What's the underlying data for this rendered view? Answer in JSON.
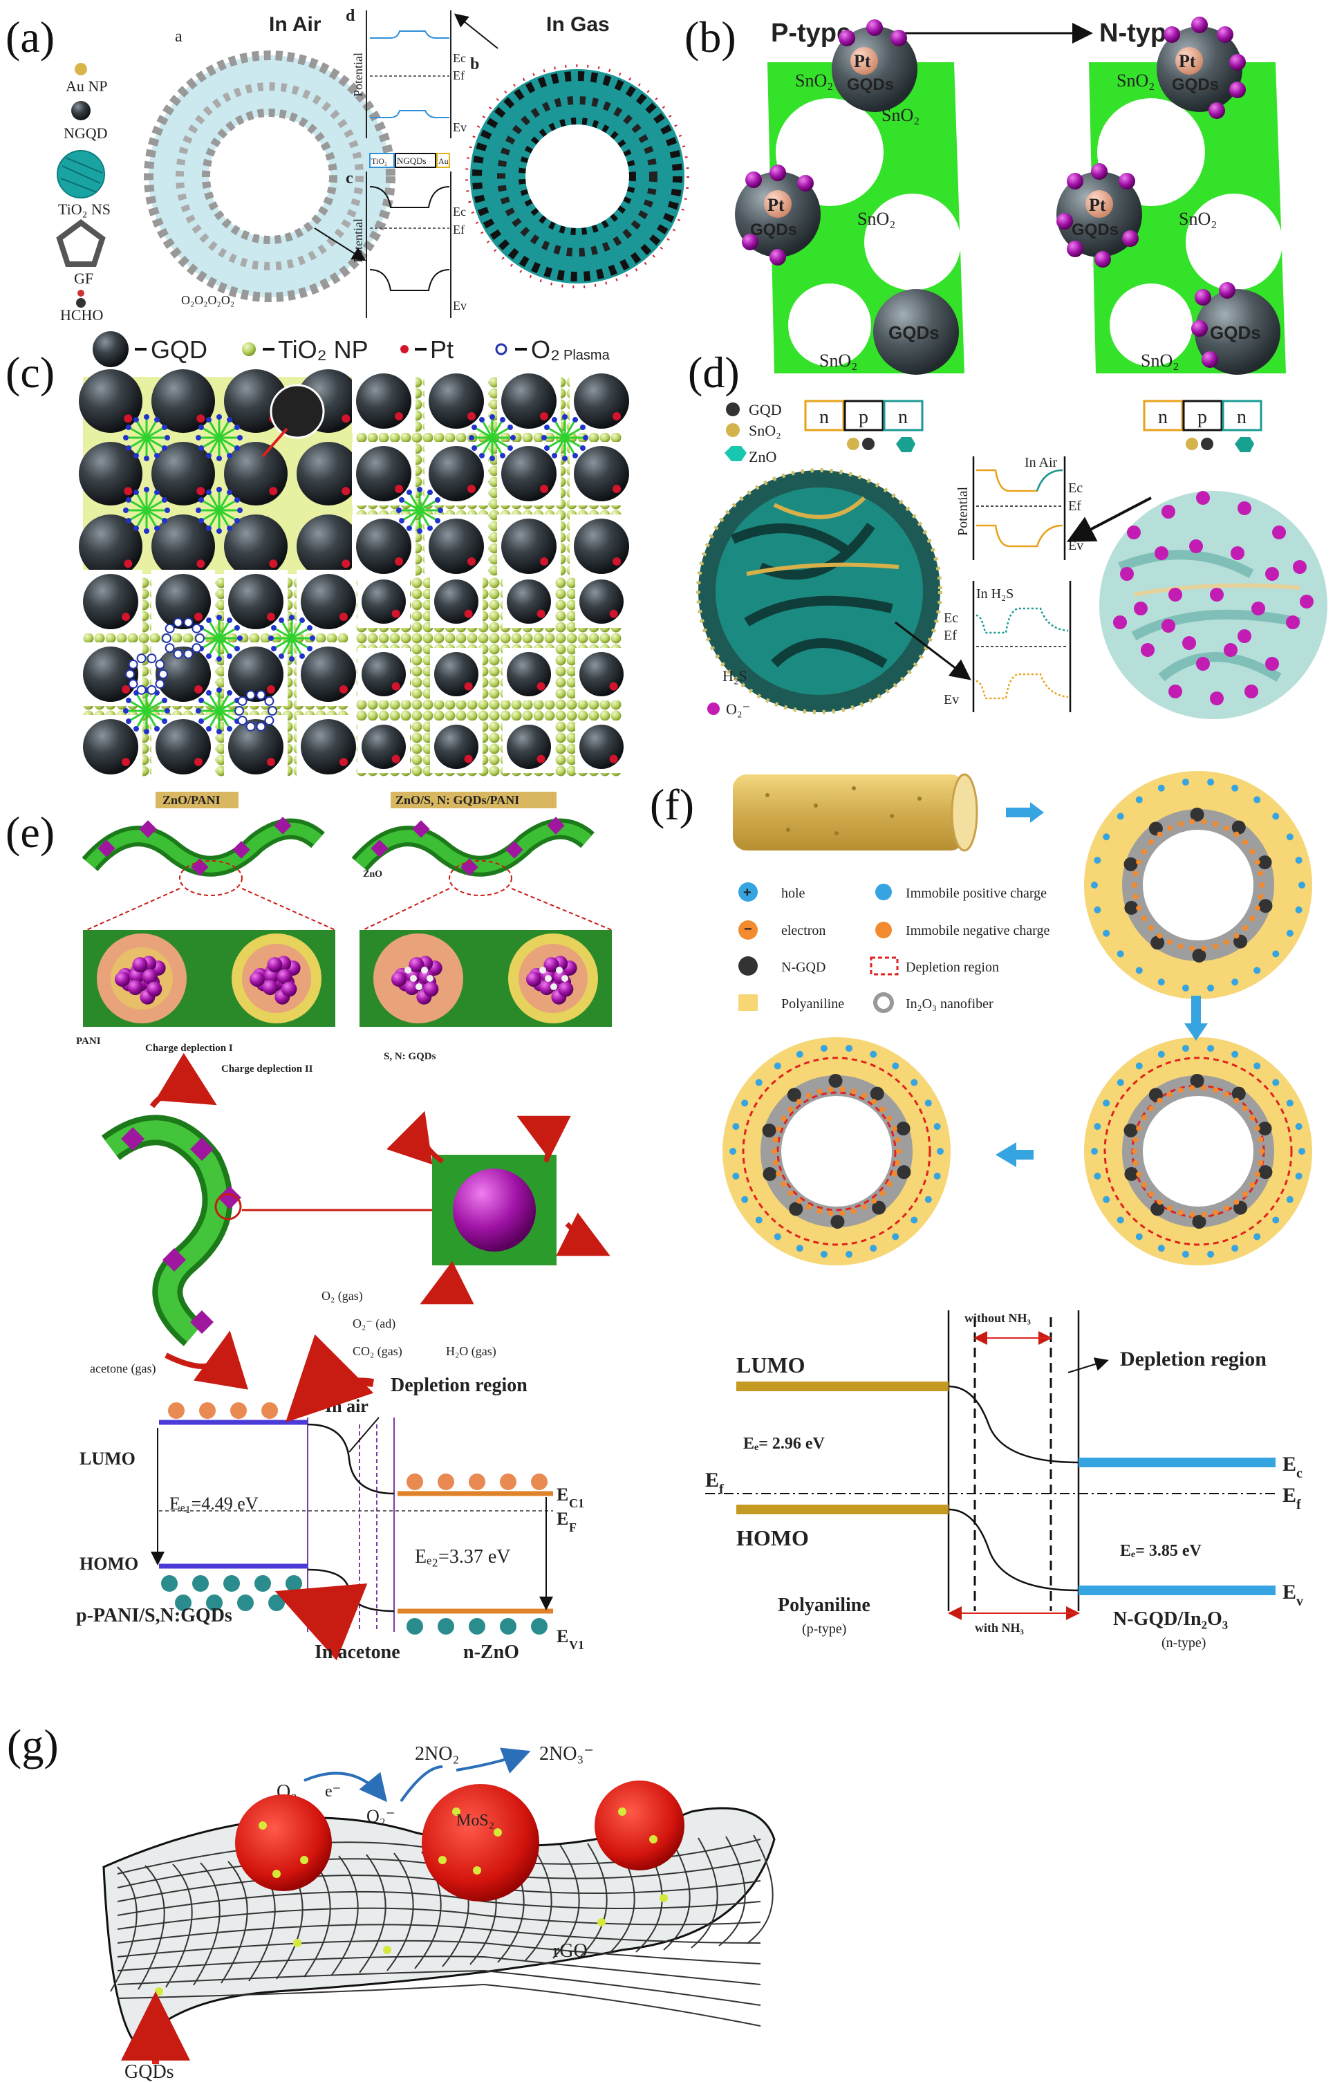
{
  "panels": {
    "a": {
      "label": "(a)",
      "legend": {
        "au": "Au NP",
        "ngqd": "NGQD",
        "tio2": "TiO₂ NS",
        "gf": "GF",
        "hcho": "HCHO"
      },
      "sub_a": "a",
      "sub_b": "b",
      "sub_c": "c",
      "sub_d": "d",
      "in_air": "In Air",
      "in_gas": "In Gas",
      "potential": "Potential",
      "ec": "Ec",
      "ef": "Ef",
      "ev": "Ev",
      "band_labels": [
        "TiO₂",
        "NGQDs",
        "Au"
      ],
      "o2_text": "O₂O₂O₂O₂"
    },
    "b": {
      "label": "(b)",
      "ptype": "P-type",
      "ntype": "N-type",
      "sno2": "SnO₂",
      "pt": "Pt",
      "gqds": "GQDs"
    },
    "c": {
      "label": "(c)",
      "legend": {
        "gqd": "GQD",
        "tio2": "TiO₂ NP",
        "pt": "Pt",
        "o2": "O₂",
        "plasma": "Plasma"
      }
    },
    "d": {
      "label": "(d)",
      "legend": {
        "gqd": "GQD",
        "sno2": "SnO₂",
        "zno": "ZnO",
        "h2s": "H₂S",
        "o2": "O₂⁻"
      },
      "npn": [
        "n",
        "p",
        "n"
      ],
      "potential": "Potential",
      "in_air": "In Air",
      "in_h2s": "In  H₂S",
      "ec": "Ec",
      "ef": "Ef",
      "ev": "Ev"
    },
    "e": {
      "label": "(e)",
      "title_left": "ZnO/PANI",
      "title_right": "ZnO/S, N: GQDs/PANI",
      "pani": "PANI",
      "charge1": "Charge deplection I",
      "charge2": "Charge deplection II",
      "zno": "ZnO",
      "sngqds": "S, N: GQDs",
      "o2gas": "O₂ (gas)",
      "o2ad": "O₂⁻ (ad)",
      "co2": "CO₂ (gas)",
      "h2o": "H₂O (gas)",
      "acetone": "acetone (gas)",
      "depletion": "Depletion region",
      "in_air": "In air",
      "lumo": "LUMO",
      "homo": "HOMO",
      "eg1": "Eₑ₁=4.49 eV",
      "eg2": "Eₑ₂=3.37 eV",
      "ec1": "E",
      "ec1_sub": "C1",
      "ef": "E",
      "ef_sub": "F",
      "ev1": "E",
      "ev1_sub": "V1",
      "ppani": "p-PANI/S,N:GQDs",
      "in_acetone": "In acetone",
      "nzno": "n-ZnO"
    },
    "f": {
      "label": "(f)",
      "legend": {
        "hole": "hole",
        "electron": "electron",
        "ngqd": "N-GQD",
        "pani": "Polyaniline",
        "imm_pos": "Immobile positive charge",
        "imm_neg": "Immobile negative charge",
        "depletion": "Depletion region",
        "in2o3": "In₂O₃ nanofiber"
      },
      "ptype": "p-type",
      "ntype": "n-type",
      "nh3": "NH₃",
      "without": "without NH₃",
      "with": "with NH₃",
      "depletion": "Depletion region",
      "lumo": "LUMO",
      "homo": "HOMO",
      "eg1": "Eₑ=  2.96 eV",
      "eg2": "Eₑ= 3.85 eV",
      "ef": "E",
      "ef_sub": "f",
      "ec": "E",
      "ec_sub": "c",
      "ev": "E",
      "ev_sub": "v",
      "polyaniline": "Polyaniline",
      "ptype_p": "(p-type)",
      "ngqd_in2o3": "N-GQD/In₂O₃",
      "ntype_p": "(n-type)"
    },
    "g": {
      "label": "(g)",
      "o2": "O₂",
      "e": "e⁻",
      "o2m": "O₂⁻",
      "no2": "2NO₂",
      "no3": "2NO₃⁻",
      "mos2": "MoS₂",
      "rgo": "rGO",
      "gqds": "GQDs"
    }
  },
  "colors": {
    "green": "#33e61a",
    "gqd_dark": "#3a3f44",
    "tio2": "#bcd96a",
    "purple": "#9a1aa0",
    "magenta": "#c21cb3",
    "teal": "#1e9a94",
    "yellow_pani": "#f6d675",
    "blue_band": "#35a4e0",
    "gold_band": "#c59a22",
    "red": "#e0221e",
    "sno2_gold": "#d4b24c"
  }
}
